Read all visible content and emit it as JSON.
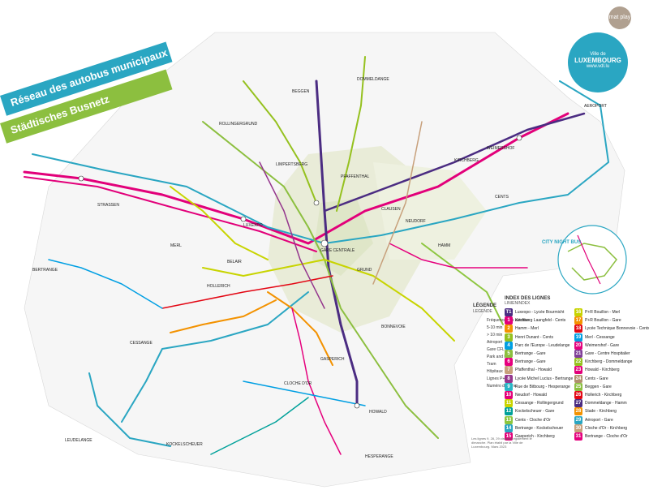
{
  "title_fr": "Réseau des autobus municipaux",
  "title_de": "Städtisches Busnetz",
  "logos": {
    "mat_label": "mat play",
    "vdl_line1": "Ville de",
    "vdl_line2": "LUXEMBOURG",
    "vdl_line3": "www.vdl.lu"
  },
  "legend": {
    "title": "LÉGENDE",
    "subtitle": "LEGENDE",
    "items": [
      "Fréquence des autobus",
      "5-10 min",
      "> 10 min",
      "Aéroport",
      "Gare CFL",
      "Park and Ride",
      "Tram",
      "Hôpitaux",
      "Lignes P+R",
      "Numéro de ligne"
    ]
  },
  "index": {
    "title": "INDEX DES LIGNES",
    "subtitle": "LINIENINDEX",
    "lines": [
      {
        "n": "T1",
        "c": "#4b2c82",
        "t": "Luxexpo - Lycée Bourmicht"
      },
      {
        "n": "1",
        "c": "#e2007a",
        "t": "Kirchberg Laangfeld - Cents"
      },
      {
        "n": "2",
        "c": "#f39200",
        "t": "Hamm - Merl"
      },
      {
        "n": "3",
        "c": "#95c11f",
        "t": "Henri Dunant - Cents"
      },
      {
        "n": "4",
        "c": "#009fe3",
        "t": "Parc de l'Europe - Leudelange"
      },
      {
        "n": "5",
        "c": "#8cbf3f",
        "t": "Bertrange - Gare"
      },
      {
        "n": "6",
        "c": "#e6007e",
        "t": "Bertrange - Gare"
      },
      {
        "n": "7",
        "c": "#c7a07b",
        "t": "Pfaffenthal - Howald"
      },
      {
        "n": "8",
        "c": "#94368d",
        "t": "Lycée Michel Lucius - Bertrange"
      },
      {
        "n": "9",
        "c": "#29b6c6",
        "t": "Rue de Bitbourg - Hesperange"
      },
      {
        "n": "10",
        "c": "#e3007a",
        "t": "Neudorf - Howald"
      },
      {
        "n": "11",
        "c": "#c8d400",
        "t": "Cessange - Rollingergrund"
      },
      {
        "n": "12",
        "c": "#00a19a",
        "t": "Kockelscheuer - Gare"
      },
      {
        "n": "13",
        "c": "#8dc63f",
        "t": "Cents - Cloche d'Or"
      },
      {
        "n": "14",
        "c": "#2aa6c2",
        "t": "Bertrange - Kockelscheuer"
      },
      {
        "n": "15",
        "c": "#e2007a",
        "t": "Gasperich - Kirchberg"
      },
      {
        "n": "16",
        "c": "#c7d300",
        "t": "P+R Bouillon - Merl"
      },
      {
        "n": "17",
        "c": "#f39200",
        "t": "P+R Bouillon - Gare"
      },
      {
        "n": "18",
        "c": "#e30613",
        "t": "Lycée Technique Bonnevoie - Cents"
      },
      {
        "n": "19",
        "c": "#009fe3",
        "t": "Merl - Cessange"
      },
      {
        "n": "20",
        "c": "#e5007d",
        "t": "Weimershof - Gare"
      },
      {
        "n": "21",
        "c": "#7f3f98",
        "t": "Gare - Centre Hospitalier"
      },
      {
        "n": "22",
        "c": "#95c11f",
        "t": "Kirchberg - Dommeldange"
      },
      {
        "n": "23",
        "c": "#e2007a",
        "t": "Howald - Kirchberg"
      },
      {
        "n": "24",
        "c": "#b0906c",
        "t": "Cents - Gare"
      },
      {
        "n": "25",
        "c": "#8cbf3f",
        "t": "Beggen - Gare"
      },
      {
        "n": "26",
        "c": "#e30613",
        "t": "Hollerich - Kirchberg"
      },
      {
        "n": "27",
        "c": "#4b2c82",
        "t": "Dommeldange - Hamm"
      },
      {
        "n": "28",
        "c": "#f39200",
        "t": "Stade - Kirchberg"
      },
      {
        "n": "29",
        "c": "#2aa6c2",
        "t": "Aéroport - Gare"
      },
      {
        "n": "30",
        "c": "#c7a07b",
        "t": "Cloche d'Or - Kirchberg"
      },
      {
        "n": "31",
        "c": "#e5007d",
        "t": "Bertrange - Cloche d'Or"
      }
    ]
  },
  "footer": "Les lignes 9, 28, 29 circulent également le dimanche. Plan établi par la Ville de Luxembourg. Mars 2023",
  "labels": [
    "LUXEXPO",
    "AEROPORT",
    "GARE CENTRALE",
    "KIRCHBERG",
    "BERTRANGE",
    "HOWALD",
    "HESPERANGE",
    "LEUDELANGE",
    "KOCKELSCHEUER",
    "CLOCHE D'OR",
    "MERL",
    "HOLLERICH",
    "BONNEVOIE",
    "HAMM",
    "CENTS",
    "CESSANGE",
    "GASPERICH",
    "LIMPERTSBERG",
    "BEGGEN",
    "DOMMELDANGE",
    "NEUDORF",
    "WEIMERSHOF",
    "PFAFFENTHAL",
    "GRUND",
    "CLAUSEN",
    "ROLLINGERGRUND",
    "STRASSEN",
    "BELAIR"
  ],
  "night_bus": "CITY NIGHT BUS",
  "colors": {
    "accent_blue": "#2aa6c2",
    "accent_green": "#8cbf3f",
    "magenta": "#e2007a",
    "purple": "#4b2c82",
    "orange": "#f39200",
    "lime": "#c8d400",
    "mint_green": "#95c11f"
  }
}
